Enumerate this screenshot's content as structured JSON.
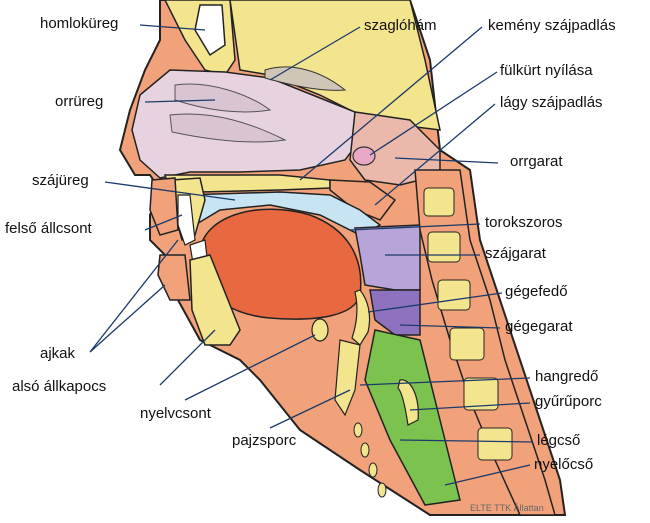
{
  "labels": {
    "homlokureg": "homloküreg",
    "szaglohram": "szaglóhám",
    "kemeny_szajpadlas": "kemény szájpadlás",
    "orrureg": "orrüreg",
    "fulkurt_nyilasa": "fülkürt nyílása",
    "lagy_szajpadlas": "lágy szájpadlás",
    "orrgarat": "orrgarat",
    "szajureg": "szájüreg",
    "felso_allcsont": "felső állcsont",
    "torokszoros": "torokszoros",
    "szajgarat": "szájgarat",
    "gegefedo": "gégefedő",
    "gegegarat": "gégegarat",
    "ajkak": "ajkak",
    "also_allkapocs": "alsó állkapocs",
    "hangredo": "hangredő",
    "gyuruporc": "gyűrűporc",
    "nyelvcsont": "nyelvcsont",
    "pajzsporc": "pajzsporc",
    "legcso": "légcső",
    "nyelocso": "nyelőcső"
  },
  "credit": "ELTE TTK Állattan",
  "colors": {
    "bone": "#f3e58d",
    "tissue": "#f2a27a",
    "tongue": "#e8683f",
    "nasal": "#e6d3df",
    "oral": "#c7e4f2",
    "pharynx": "#b7a4d8",
    "laryngopharynx": "#8e72c0",
    "trachea": "#7cc24f",
    "outline": "#222222"
  }
}
